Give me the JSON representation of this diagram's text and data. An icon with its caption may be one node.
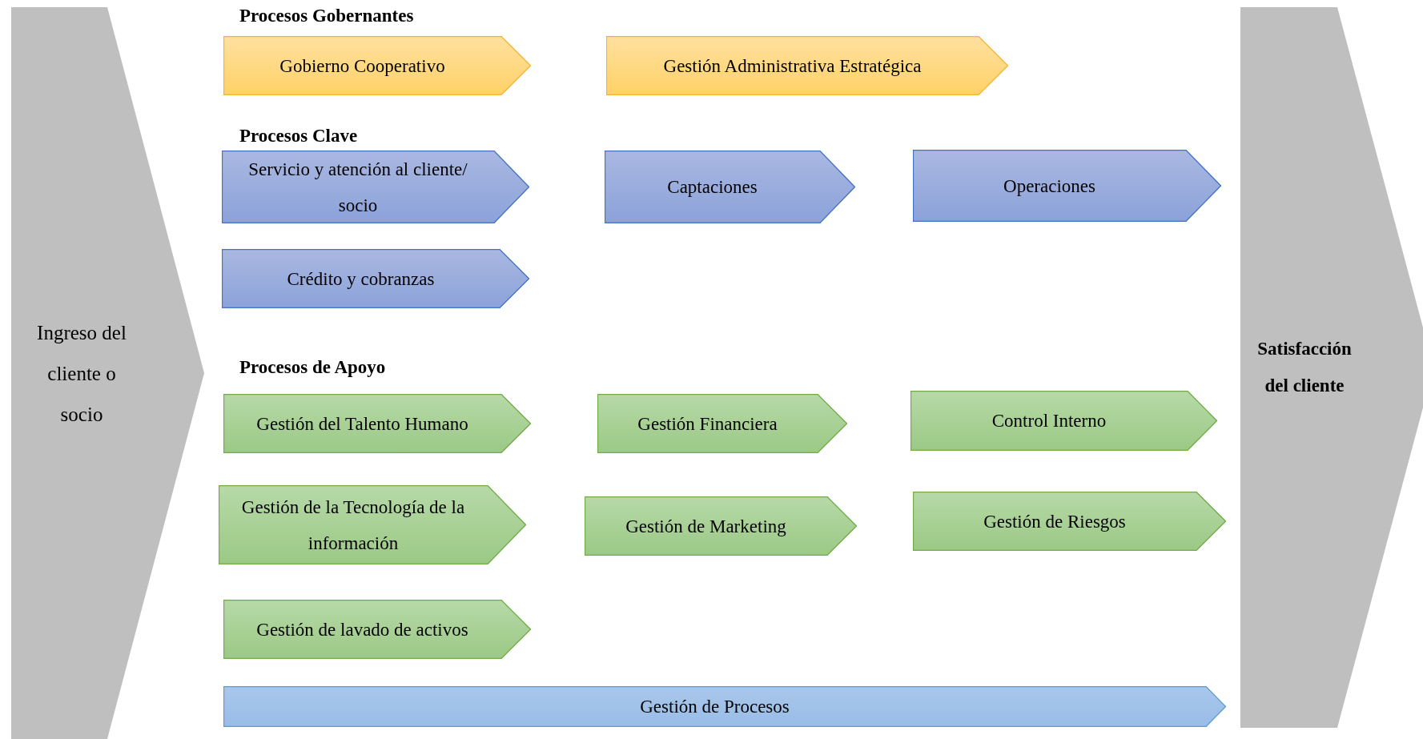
{
  "diagram": {
    "nodes": [
      {
        "text": [
          "Ingreso del cliente o socio"
        ]
      },
      {
        "text": [
          "Satisfacción del cliente"
        ]
      },
      {
        "text": [
          "Gobierno Cooperativo"
        ]
      },
      {
        "text": [
          "Gestión Administrativa Estratégica"
        ]
      },
      {
        "text": [
          "Servicio y atención al cliente/ socio"
        ]
      },
      {
        "text": [
          "Captaciones"
        ]
      },
      {
        "text": [
          "Operaciones"
        ]
      },
      {
        "text": [
          "Crédito y cobranzas"
        ]
      },
      {
        "text": [
          "Gestión del Talento Humano"
        ]
      },
      {
        "text": [
          "Gestión Financiera"
        ]
      },
      {
        "text": [
          "Control Interno"
        ]
      },
      {
        "text": [
          "Gestión de la Tecnología de la información"
        ]
      },
      {
        "text": [
          "Gestión de Marketing"
        ]
      },
      {
        "text": [
          "Gestión de Riesgos"
        ]
      },
      {
        "text": [
          "Gestión de lavado de activos"
        ]
      },
      {
        "text": [
          "Gestión de Procesos"
        ]
      }
    ],
    "edges": [],
    "labels": [
      "Procesos Gobernantes",
      "Procesos Clave",
      "Procesos de Apoyo"
    ]
  }
}
